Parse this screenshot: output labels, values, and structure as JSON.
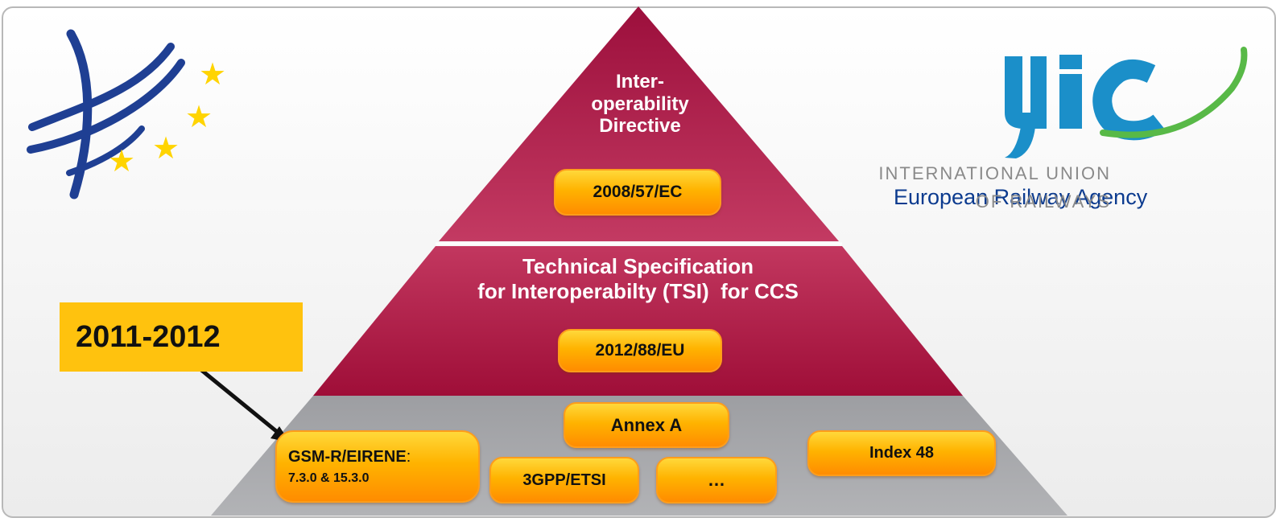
{
  "logos": {
    "era": {
      "name": "European Railway Agency",
      "colors": {
        "blue": "#1f3f93",
        "star": "#ffd400"
      }
    },
    "uic": {
      "wordmark": "uic",
      "line1": "INTERNATIONAL UNION",
      "line2": "OF RAILWAYS",
      "colors": {
        "blue": "#1b8fc9",
        "green": "#58b947"
      }
    }
  },
  "pyramid": {
    "top": {
      "title_lines": [
        "Inter-",
        "operability",
        "Directive"
      ],
      "badge": "2008/57/EC",
      "color": "#b01a4a"
    },
    "middle": {
      "title_lines": [
        "Technical Specification",
        "for Interoperabilty (TSI)  for CCS"
      ],
      "badge": "2012/88/EU",
      "color": "#a4163f"
    },
    "base": {
      "color": "#a7a9ad",
      "items": {
        "gsmr": {
          "label_bold": "GSM-R/EIRENE",
          "label_suffix": ":",
          "versions": "7.3.0 & 15.3.0"
        },
        "annex_a": "Annex A",
        "gpp": "3GPP/ETSI",
        "more": "…",
        "index48": "Index 48"
      }
    }
  },
  "callout": {
    "text": "2011-2012",
    "bg": "#ffc20e"
  },
  "colors": {
    "pill_top": "#ffd83a",
    "pill_bottom": "#ff8c00"
  }
}
